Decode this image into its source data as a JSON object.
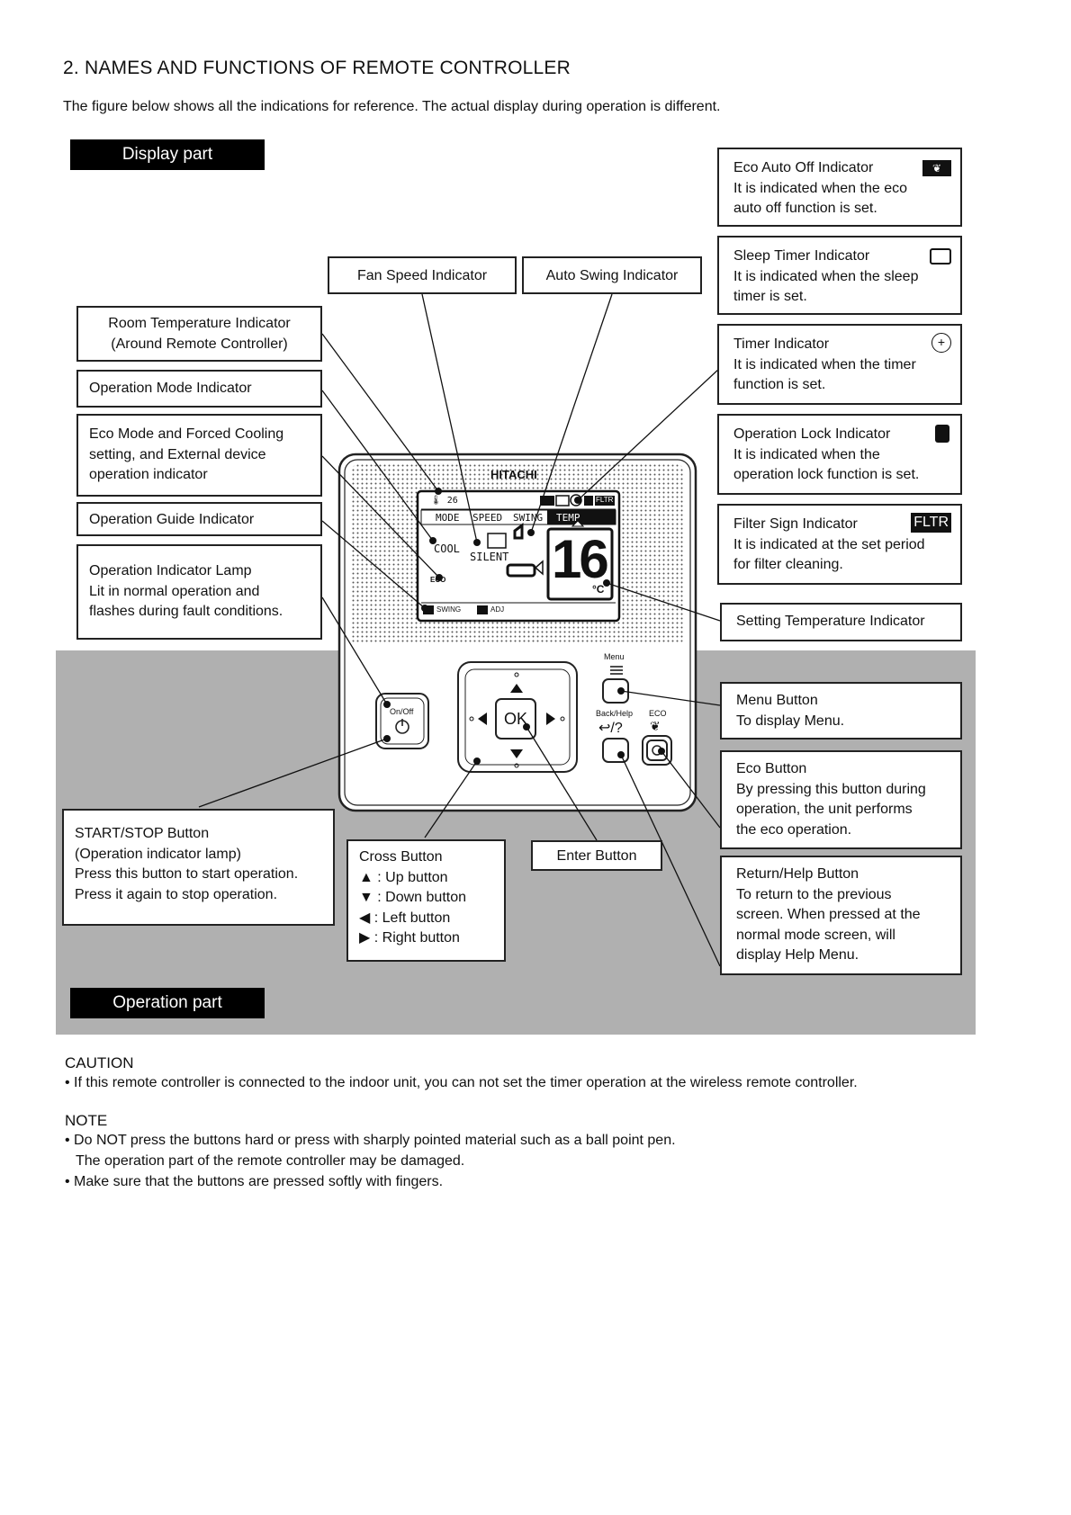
{
  "heading": "2. NAMES AND FUNCTIONS OF REMOTE CONTROLLER",
  "intro": "The figure below shows all the indications for reference. The actual display during operation is different.",
  "sections": {
    "display": "Display part",
    "operation": "Operation part"
  },
  "left_labels": {
    "room_temp": [
      "Room Temperature Indicator",
      "(Around Remote Controller)"
    ],
    "op_mode": [
      "Operation Mode Indicator"
    ],
    "eco_mode": [
      "Eco Mode and Forced Cooling",
      "setting, and External device",
      "operation indicator"
    ],
    "op_guide": [
      "Operation Guide Indicator"
    ],
    "op_lamp": [
      "Operation Indicator Lamp",
      "Lit in normal operation and",
      "flashes during fault conditions."
    ]
  },
  "top_labels": {
    "fan_speed": "Fan Speed Indicator",
    "auto_swing": "Auto Swing Indicator"
  },
  "right_labels": {
    "eco_auto_off": [
      "Eco Auto Off Indicator",
      "It is indicated when the eco",
      "auto off function is set."
    ],
    "sleep_timer": [
      "Sleep Timer Indicator",
      "It is indicated when the sleep",
      "timer is set."
    ],
    "timer": [
      "Timer Indicator",
      "It is indicated when the timer",
      "function is set."
    ],
    "op_lock": [
      "Operation Lock Indicator",
      "It is indicated when the",
      "operation lock function is set."
    ],
    "filter": [
      "Filter Sign Indicator",
      "It is indicated at the set period",
      "for filter cleaning."
    ],
    "set_temp": [
      "Setting Temperature Indicator"
    ],
    "menu": [
      "Menu Button",
      "To display Menu."
    ],
    "eco": [
      "Eco Button",
      "By pressing this button during",
      "operation, the unit performs",
      "the eco operation."
    ],
    "return": [
      "Return/Help Button",
      "To return to the previous",
      "screen. When pressed at the",
      "normal mode screen, will",
      "display Help Menu."
    ]
  },
  "bottom_labels": {
    "start_stop": [
      "START/STOP Button",
      "(Operation indicator lamp)",
      "Press this button to start operation.",
      "Press it again to stop operation."
    ],
    "cross": [
      "Cross Button",
      "▲ : Up button",
      "▼ : Down button",
      "◀ : Left button",
      "▶ : Right button"
    ],
    "enter": [
      "Enter Button"
    ]
  },
  "device": {
    "brand": "HITACHI",
    "room_temp": "26",
    "tabs": [
      "MODE",
      "SPEED",
      "SWING",
      "TEMP"
    ],
    "mode": "COOL",
    "speed": "SILENT",
    "set_temp": "16",
    "unit": "°C",
    "filter_badge": "FLTR",
    "eco_tag": "ECO",
    "guide_swing": "SWING",
    "guide_adj": "ADJ",
    "onoff": "On/Off",
    "menu": "Menu",
    "backhelp": "Back/Help",
    "eco": "ECO",
    "ok": "OK"
  },
  "caution": {
    "title": "CAUTION",
    "items": [
      "• If this remote controller is connected to the indoor unit, you can not set the timer operation at the wireless remote controller."
    ]
  },
  "note": {
    "title": "NOTE",
    "items": [
      "• Do NOT press the buttons hard or press with sharply pointed material such as a ball point pen.",
      "The operation part of the remote controller may be damaged.",
      "• Make sure that the buttons are pressed softly with fingers."
    ]
  }
}
